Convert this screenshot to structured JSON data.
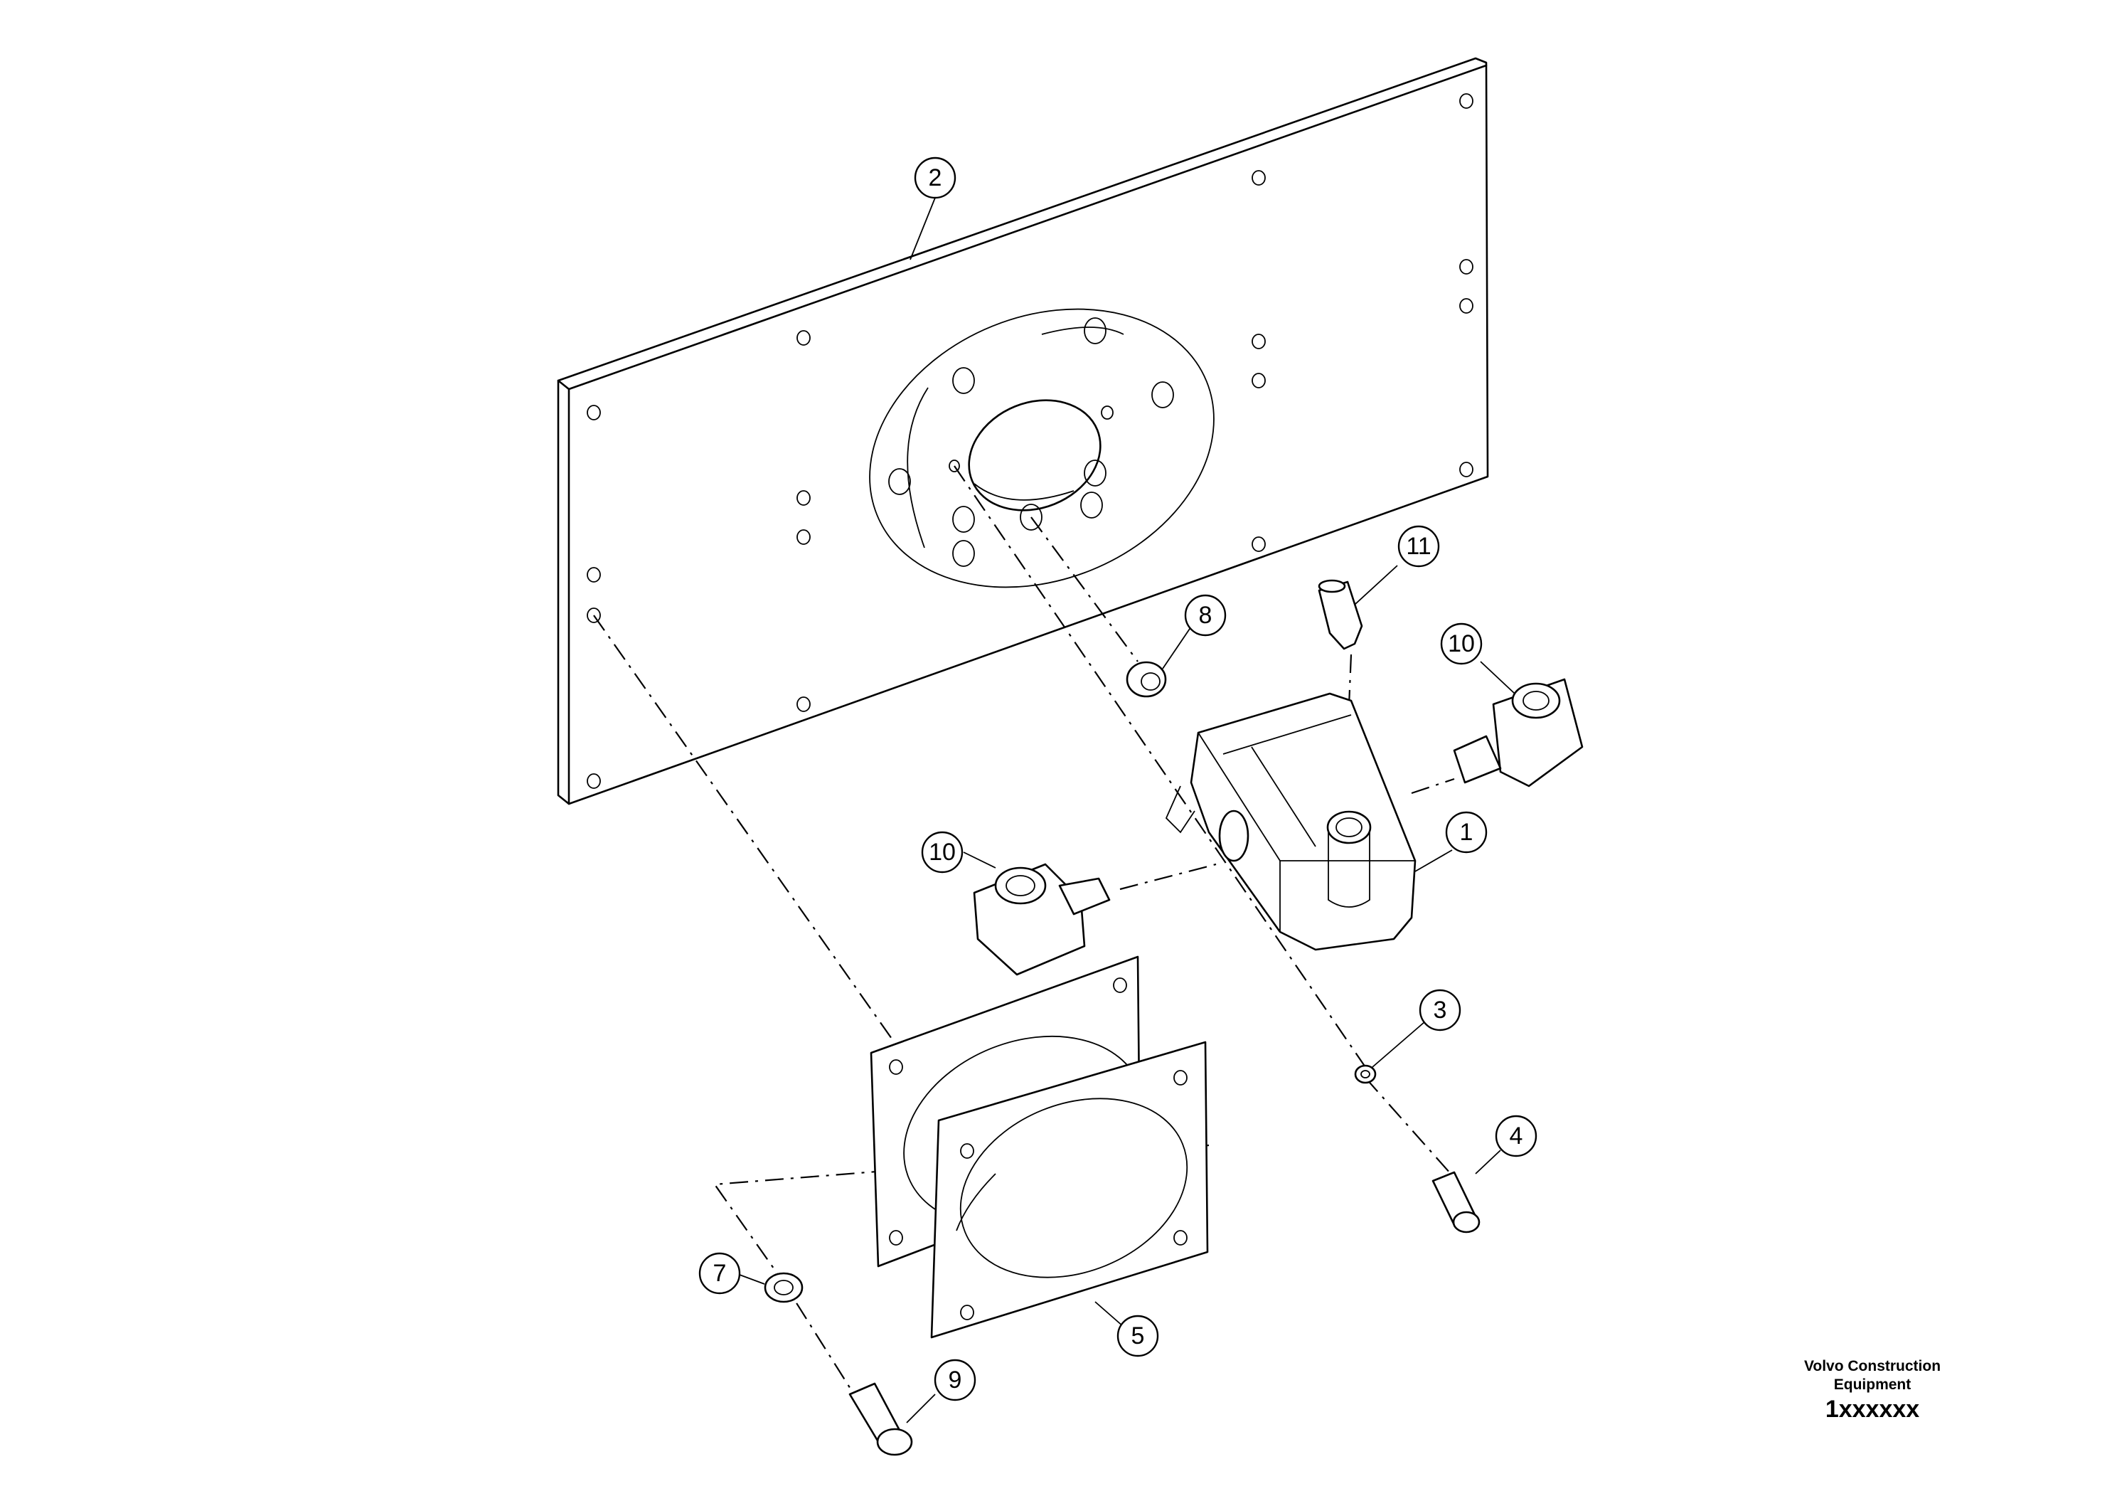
{
  "balloons": [
    {
      "label": "1"
    },
    {
      "label": "2"
    },
    {
      "label": "3"
    },
    {
      "label": "4"
    },
    {
      "label": "5"
    },
    {
      "label": "7"
    },
    {
      "label": "8"
    },
    {
      "label": "9"
    },
    {
      "label": "10"
    },
    {
      "label": "10"
    },
    {
      "label": "11"
    }
  ],
  "title_block": {
    "company_line1": "Volvo Construction",
    "company_line2": "Equipment",
    "drawing_number": "1xxxxxx"
  }
}
